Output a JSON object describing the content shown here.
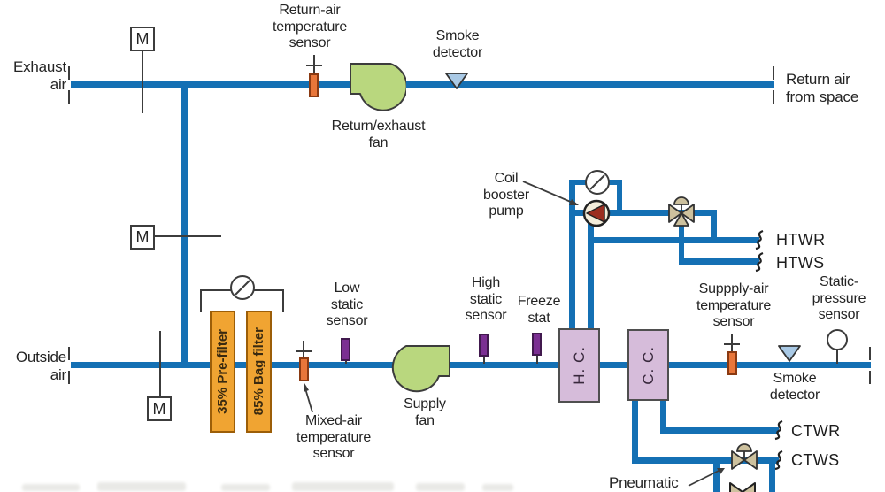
{
  "labels": {
    "exhaust_air": "Exhaust\nair",
    "return_air_temperature_sensor": "Return-air\ntemperature\nsensor",
    "smoke_detector_top": "Smoke\ndetector",
    "return_exhaust_fan": "Return/exhaust\nfan",
    "return_air_from_space": "Return air\nfrom space",
    "coil_booster_pump": "Coil\nbooster\npump",
    "htwr": "HTWR",
    "htws": "HTWS",
    "high_static_sensor": "High\nstatic\nsensor",
    "freeze_stat": "Freeze\nstat",
    "low_static_sensor": "Low\nstatic\nsensor",
    "outside_air": "Outside\nair",
    "pre_filter": "35% Pre-filter",
    "bag_filter": "85% Bag filter",
    "mixed_air_temperature_sensor": "Mixed-air\ntemperature\nsensor",
    "supply_fan": "Supply\nfan",
    "heating_coil": "H. C.",
    "cooling_coil": "C. C.",
    "supply_air_temperature_sensor": "Suppply-air\ntemperature\nsensor",
    "static_pressure_sensor": "Static-\npressure\nsensor",
    "smoke_detector_bottom": "Smoke\ndetector",
    "ctwr": "CTWR",
    "ctws": "CTWS",
    "pneumatic": "Pneumatic",
    "damper_motor": "M"
  },
  "colors": {
    "pipe_blue": "#1470b4",
    "fan_green": "#b9d77e",
    "filter_orange": "#f0a432",
    "coil_mauve": "#d6bcda",
    "temp_sensor_orange": "#e8763a",
    "static_sensor_purple": "#7b2f92",
    "pump_rotor_red": "#9b2d20",
    "valve_tan": "#cdc19e",
    "smoke_detector_blue": "#a9c9e5",
    "line_dark": "#3c3c3c"
  }
}
